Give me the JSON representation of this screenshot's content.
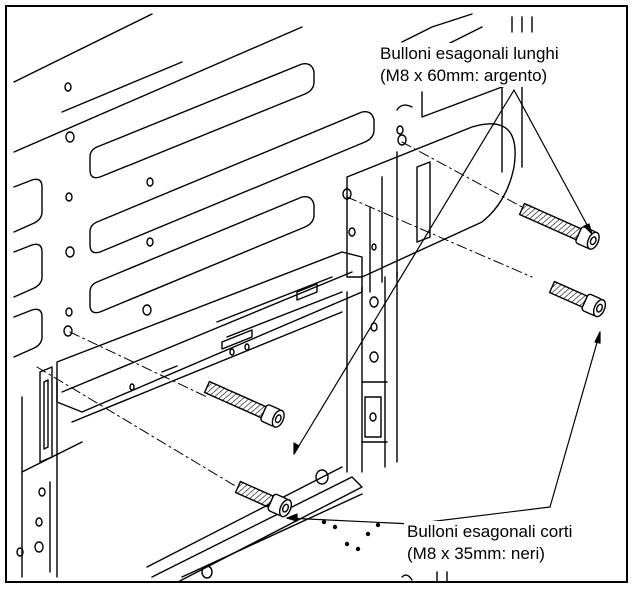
{
  "colors": {
    "line": "#000000",
    "background": "#ffffff"
  },
  "callouts": {
    "long_bolts": {
      "line1": "Bulloni esagonali lunghi",
      "line2": "(M8 x 60mm: argento)"
    },
    "short_bolts": {
      "line1": "Bulloni esagonali corti",
      "line2": "(M8 x 35mm: neri)"
    }
  }
}
